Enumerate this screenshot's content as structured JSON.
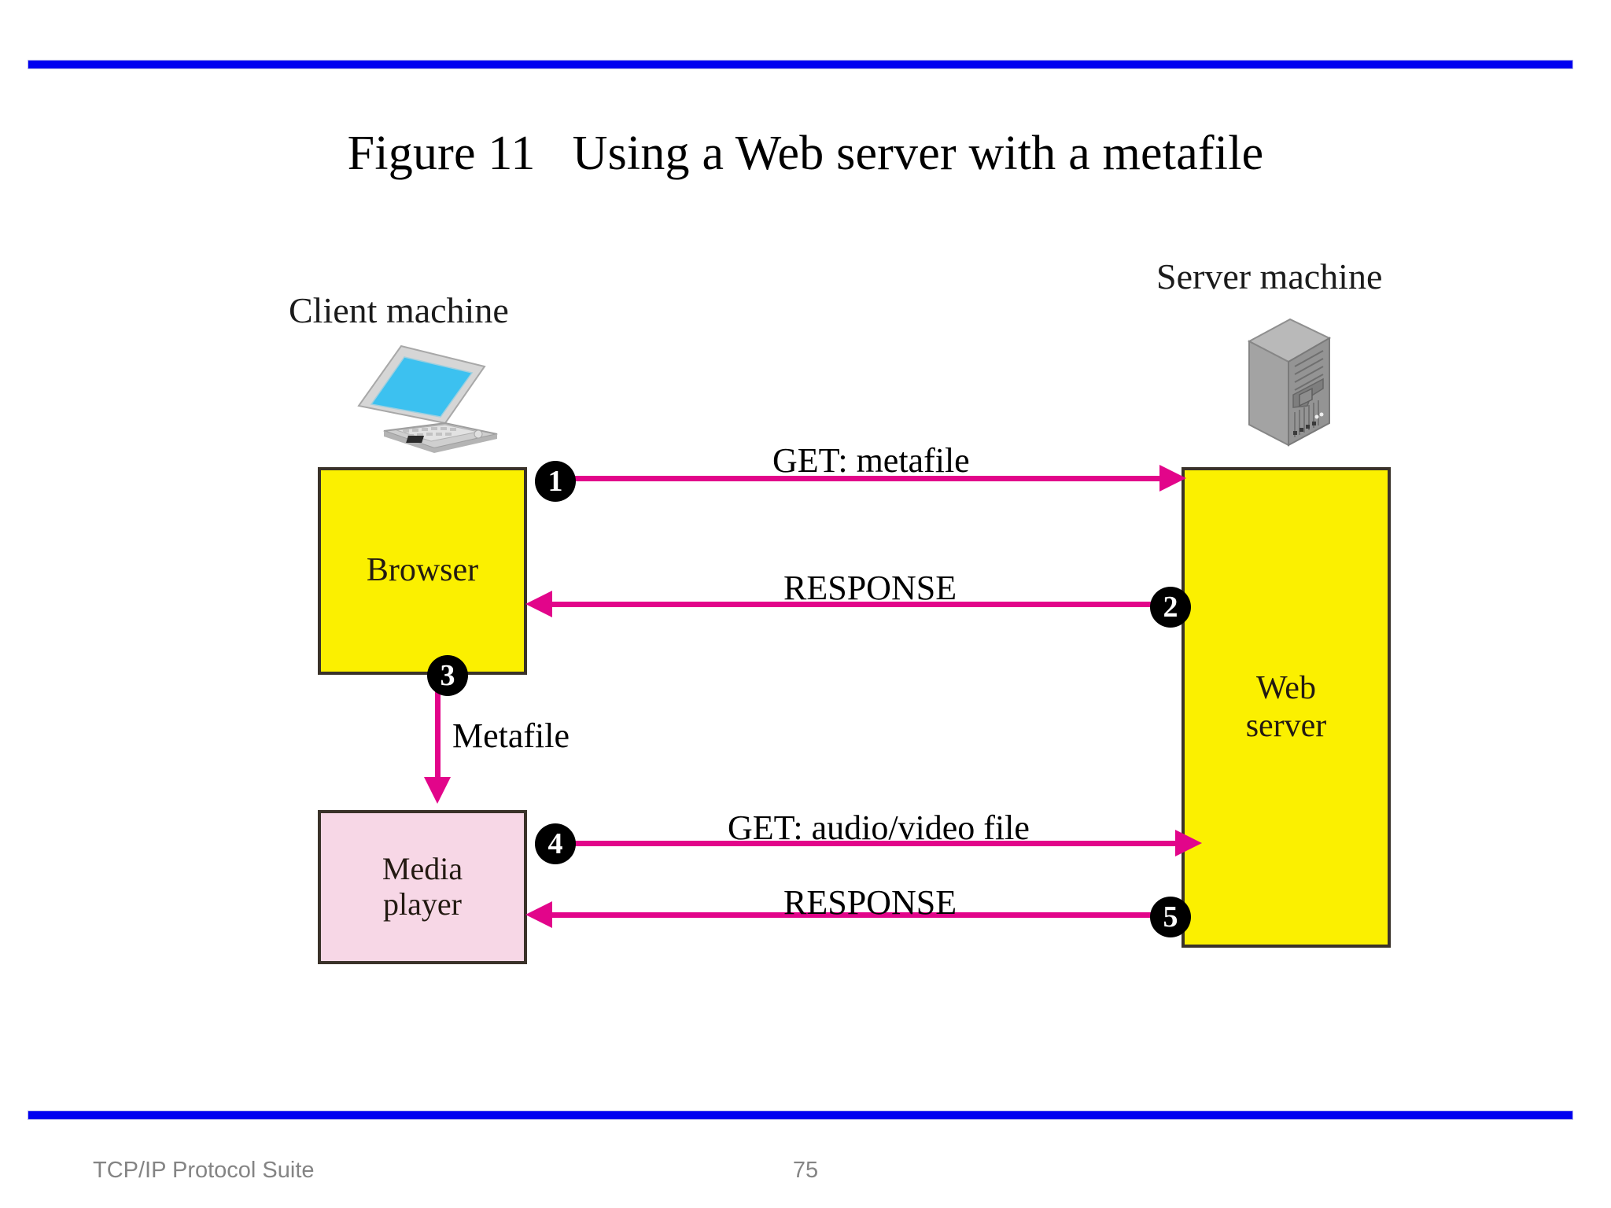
{
  "slide": {
    "title": "Figure 11   Using a Web server with a metafile",
    "rules": {
      "color": "#0000f0"
    }
  },
  "diagram": {
    "type": "sequence-diagram",
    "machines": [
      {
        "key": "client",
        "label": "Client machine",
        "icon": "laptop-icon"
      },
      {
        "key": "server",
        "label": "Server machine",
        "icon": "server-tower-icon"
      }
    ],
    "boxes": [
      {
        "key": "browser",
        "label": "Browser",
        "color": "#fbf000"
      },
      {
        "key": "web_server",
        "label": "Web\nserver",
        "line1": "Web",
        "line2": "server",
        "color": "#fbf000"
      },
      {
        "key": "media_player",
        "label": "Media player",
        "line1": "Media",
        "line2": "player",
        "color": "#f7d7e6"
      }
    ],
    "arrow_color": "#e2058a",
    "steps": [
      {
        "number": "1",
        "label": "GET: metafile",
        "from": "browser",
        "to": "web_server",
        "direction": "right"
      },
      {
        "number": "2",
        "label": "RESPONSE",
        "from": "web_server",
        "to": "browser",
        "direction": "left"
      },
      {
        "number": "3",
        "label": "Metafile",
        "from": "browser",
        "to": "media_player",
        "direction": "down"
      },
      {
        "number": "4",
        "label": "GET: audio/video file",
        "from": "media_player",
        "to": "web_server",
        "direction": "right"
      },
      {
        "number": "5",
        "label": "RESPONSE",
        "from": "web_server",
        "to": "media_player",
        "direction": "left"
      }
    ]
  },
  "footer": {
    "book": "TCP/IP Protocol Suite",
    "page_number": "75"
  }
}
